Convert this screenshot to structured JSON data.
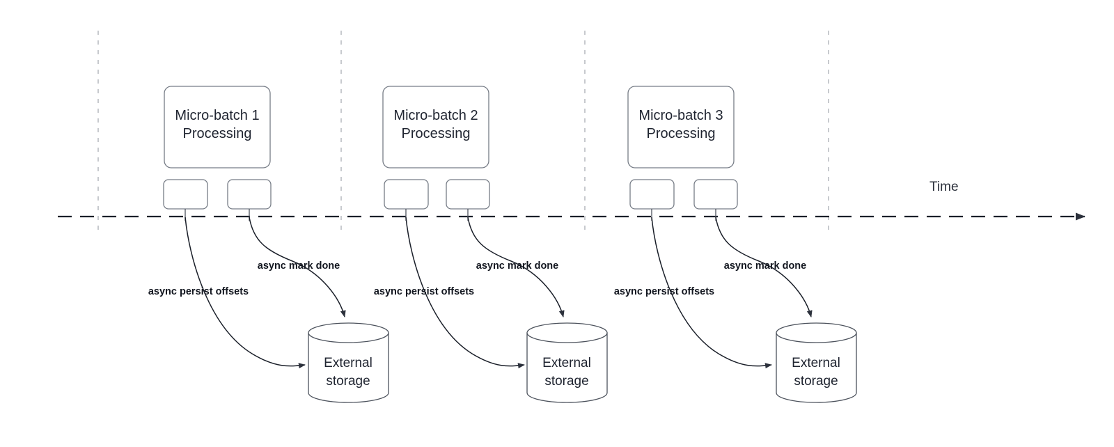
{
  "diagram": {
    "title_axis": "Time",
    "background": "#ffffff",
    "stroke_color": "#1a1f29",
    "node_stroke": "#767c86",
    "grid_color": "#b9bcc2",
    "groups": [
      {
        "id": "group-1",
        "batch_label_line1": "Micro-batch 1",
        "batch_label_line2": "Processing",
        "persist_label": "async persist offsets",
        "mark_done_label": "async mark done",
        "storage_line1": "External",
        "storage_line2": "storage"
      },
      {
        "id": "group-2",
        "batch_label_line1": "Micro-batch 2",
        "batch_label_line2": "Processing",
        "persist_label": "async persist offsets",
        "mark_done_label": "async mark done",
        "storage_line1": "External",
        "storage_line2": "storage"
      },
      {
        "id": "group-3",
        "batch_label_line1": "Micro-batch 3",
        "batch_label_line2": "Processing",
        "persist_label": "async persist offsets",
        "mark_done_label": "async mark done",
        "storage_line1": "External",
        "storage_line2": "storage"
      }
    ]
  }
}
